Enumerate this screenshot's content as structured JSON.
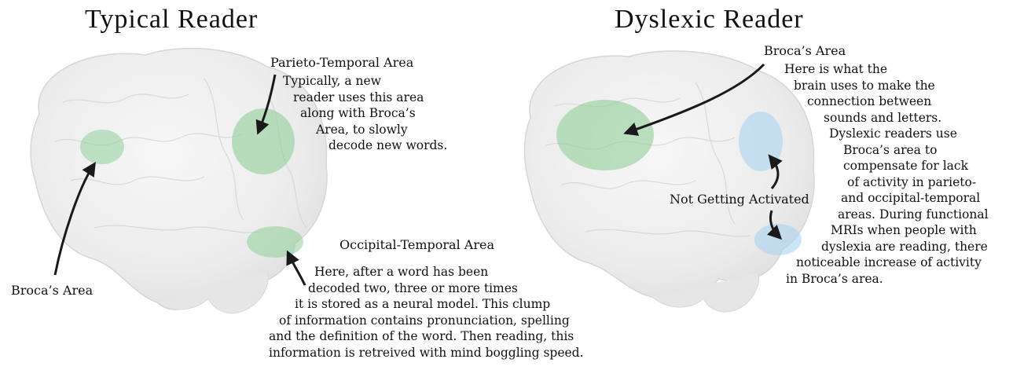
{
  "typical": {
    "title": "Typical Reader",
    "parieto_label": "Parieto-Temporal Area",
    "parieto_lines": [
      "Typically, a new",
      "reader uses this area",
      "along with Broca’s",
      "Area, to slowly",
      "decode new words."
    ],
    "occipital_label": "Occipital-Temporal Area",
    "occipital_lines": [
      "Here, after a word has been",
      "decoded two, three or more times",
      "it is stored as a neural model. This clump",
      "of information contains pronunciation, spelling",
      "and the definition of the word. Then reading, this",
      "information is retreived with mind boggling speed."
    ],
    "broca_label": "Broca’s Area"
  },
  "dyslexic": {
    "title": "Dyslexic Reader",
    "broca_label": "Broca’s Area",
    "broca_lines": [
      "Here is what the",
      "brain uses to make the",
      "connection between",
      "sounds and letters.",
      "Dyslexic readers use",
      "Broca’s area to",
      "compensate for lack",
      "of activity in parieto-",
      "and occipital-temporal",
      "areas. During functional",
      "MRIs when people with",
      "dyslexia are reading, there",
      "noticeable increase of activity",
      "in Broca’s area."
    ],
    "not_activated_label": "Not Getting Activated"
  },
  "colors": {
    "active": "#8fcf9a",
    "inactive": "#a9d4f2",
    "brain": "#ebebeb",
    "arrow": "#1a1a1a"
  }
}
